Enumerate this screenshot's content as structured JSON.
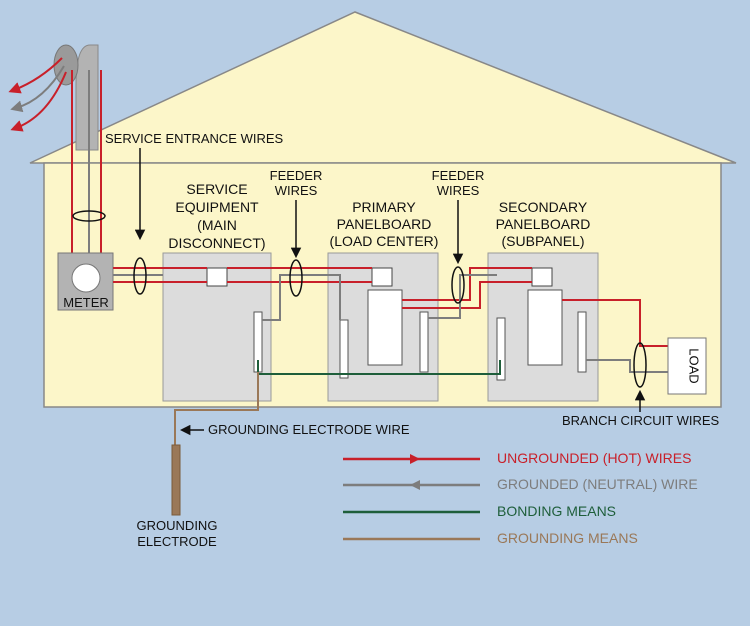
{
  "labels": {
    "service_entrance_wires": "SERVICE ENTRANCE WIRES",
    "service_equipment": [
      "SERVICE",
      "EQUIPMENT",
      "(MAIN",
      "DISCONNECT)"
    ],
    "feeder_wires_1": [
      "FEEDER",
      "WIRES"
    ],
    "primary_panelboard": [
      "PRIMARY",
      "PANELBOARD",
      "(LOAD CENTER)"
    ],
    "feeder_wires_2": [
      "FEEDER",
      "WIRES"
    ],
    "secondary_panelboard": [
      "SECONDARY",
      "PANELBOARD",
      "(SUBPANEL)"
    ],
    "meter": "METER",
    "load": "LOAD",
    "branch_circuit_wires": "BRANCH CIRCUIT WIRES",
    "grounding_electrode_wire": "GROUNDING ELECTRODE WIRE",
    "grounding_electrode": [
      "GROUNDING",
      "ELECTRODE"
    ]
  },
  "legend": [
    {
      "label": "UNGROUNDED (HOT) WIRES",
      "color": "#c8202a"
    },
    {
      "label": "GROUNDED (NEUTRAL) WIRE",
      "color": "#7d7d7d"
    },
    {
      "label": "BONDING MEANS",
      "color": "#1e5e3a"
    },
    {
      "label": "GROUNDING MEANS",
      "color": "#9a7858"
    }
  ],
  "colors": {
    "background": "#b7cde4",
    "house": "#fcf6c9",
    "panel": "#dcdcdc",
    "hot": "#c8202a",
    "neutral": "#7d7d7d",
    "bonding": "#1e5e3a",
    "grounding": "#9a7858"
  }
}
